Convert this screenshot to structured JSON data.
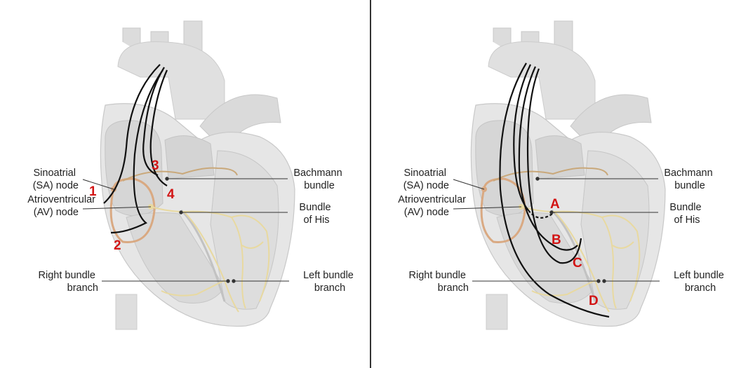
{
  "colors": {
    "heart_fill": "#e6e6e6",
    "heart_shade": "#d2d2d2",
    "conduction": "#e8d9a0",
    "sa_node": "#d9a982",
    "pathway": "#111111",
    "marker": "#d21414"
  },
  "left_panel": {
    "labels": {
      "sa_node": [
        "Sinoatrial",
        "(SA) node"
      ],
      "av_node": [
        "Atrioventricular",
        "(AV) node"
      ],
      "bachmann": [
        "Bachmann",
        "bundle"
      ],
      "his": [
        "Bundle",
        "of His"
      ],
      "rbb": [
        "Right bundle",
        "branch"
      ],
      "lbb": [
        "Left bundle",
        "branch"
      ]
    },
    "markers": [
      "1",
      "2",
      "3",
      "4"
    ]
  },
  "right_panel": {
    "labels": {
      "sa_node": [
        "Sinoatrial",
        "(SA) node"
      ],
      "av_node": [
        "Atrioventricular",
        "(AV) node"
      ],
      "bachmann": [
        "Bachmann",
        "bundle"
      ],
      "his": [
        "Bundle",
        "of His"
      ],
      "rbb": [
        "Right bundle",
        "branch"
      ],
      "lbb": [
        "Left bundle",
        "branch"
      ]
    },
    "markers": [
      "A",
      "B",
      "C",
      "D"
    ]
  }
}
